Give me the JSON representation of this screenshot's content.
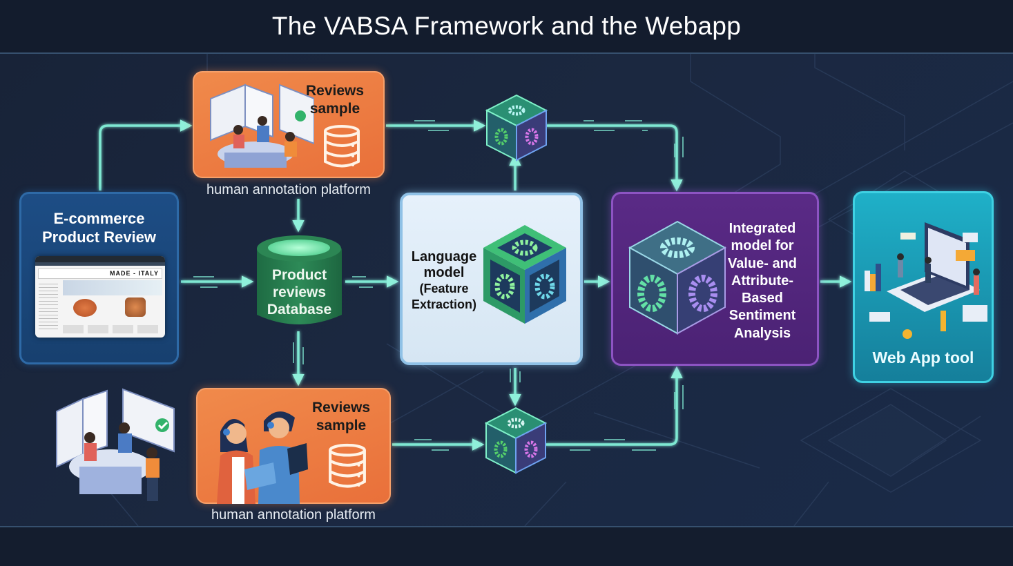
{
  "title": "The VABSA Framework and the Webapp",
  "colors": {
    "background": "#141d2e",
    "flow_line": "#7fe8d2",
    "ecommerce_box": "#1d4d85",
    "reviews_box": "#ee7f44",
    "database": "#2a7a4d",
    "language_model_box": "#e3eff9",
    "integrated_box": "#56287f",
    "webapp_box": "#1ba2bd"
  },
  "nodes": {
    "ecommerce": {
      "label_line1": "E-commerce",
      "label_line2": "Product Review",
      "screenshot_banner": "MADE - ITALY"
    },
    "reviews_sample_top": {
      "label_line1": "Reviews",
      "label_line2": "sample",
      "caption": "human annotation platform",
      "icon": "database-icon"
    },
    "reviews_sample_bottom": {
      "label_line1": "Reviews",
      "label_line2": "sample",
      "caption": "human annotation platform",
      "icon": "database-icon"
    },
    "product_db": {
      "label_line1": "Product",
      "label_line2": "reviews",
      "label_line3": "Database"
    },
    "language_model": {
      "label_line1": "Language",
      "label_line2": "model",
      "label_line3": "(Feature",
      "label_line4": "Extraction)",
      "icon": "gear-cube-icon"
    },
    "integrated_model": {
      "label_lines": [
        "Integrated",
        "model for",
        "Value- and",
        "Attribute-",
        "Based",
        "Sentiment",
        "Analysis"
      ],
      "icon": "gear-cube-icon"
    },
    "webapp": {
      "label": "Web App tool",
      "icon": "laptop-team-illustration"
    },
    "small_cube_top": {
      "icon": "gear-cube-icon"
    },
    "small_cube_bottom": {
      "icon": "gear-cube-icon"
    }
  },
  "edges": [
    {
      "from": "ecommerce",
      "to": "reviews_sample_top"
    },
    {
      "from": "ecommerce",
      "to": "product_db"
    },
    {
      "from": "reviews_sample_top",
      "to": "product_db"
    },
    {
      "from": "product_db",
      "to": "reviews_sample_bottom"
    },
    {
      "from": "product_db",
      "to": "language_model"
    },
    {
      "from": "reviews_sample_top",
      "to": "small_cube_top"
    },
    {
      "from": "language_model",
      "to": "small_cube_top"
    },
    {
      "from": "small_cube_top",
      "to": "integrated_model"
    },
    {
      "from": "language_model",
      "to": "small_cube_bottom"
    },
    {
      "from": "reviews_sample_bottom",
      "to": "small_cube_bottom"
    },
    {
      "from": "small_cube_bottom",
      "to": "integrated_model"
    },
    {
      "from": "language_model",
      "to": "integrated_model"
    },
    {
      "from": "integrated_model",
      "to": "webapp"
    }
  ]
}
